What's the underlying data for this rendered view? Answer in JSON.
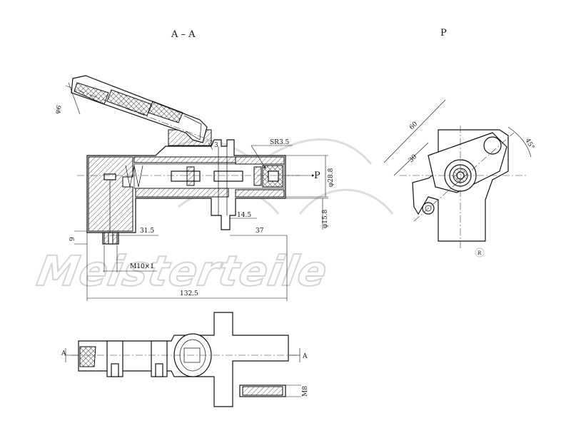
{
  "views": {
    "section_title": "A – A",
    "side_title": "P"
  },
  "dimensions": {
    "pipe_dia": "φ6",
    "radius": "SR3.5",
    "small_3": "3",
    "port_label": "P",
    "bore_dia": "φ28.8",
    "offset_14_5": "14.5",
    "dia_15_8": "φ15.8",
    "dim_9": "9",
    "dim_31_5": "31.5",
    "dim_37": "37",
    "thread": "M10×1",
    "overall_length": "132.5",
    "flange_60": "60",
    "flange_30": "30",
    "angle": "45°",
    "bottom_thread": "M8",
    "section_mark_left": "A",
    "section_mark_right": "A"
  },
  "watermark": {
    "brand": "Meisterteile",
    "registered": "R"
  }
}
